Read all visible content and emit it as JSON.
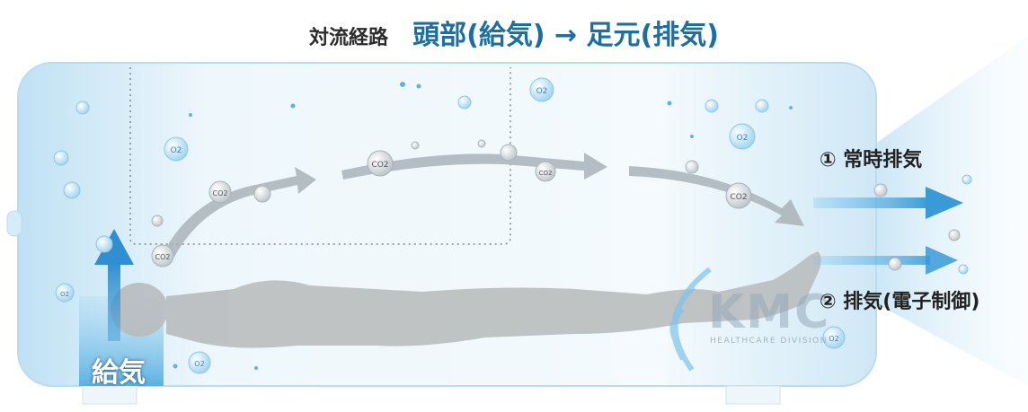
{
  "title": {
    "label": "対流経路",
    "main": "頭部(給気) → 足元(排気)"
  },
  "labels": {
    "exhaust_constant": "① 常時排気",
    "exhaust_controlled": "② 排気(電子制御)",
    "intake": "給気"
  },
  "brand": {
    "name": "KMC",
    "division": "HEALTHCARE DIVISION"
  },
  "gas": {
    "oxygen": "O2",
    "carbon_dioxide": "CO2"
  },
  "colors": {
    "title_blue": "#1e6f9d",
    "chamber_blue": "#cfe8f6",
    "arrow_blue": "#3a9ad6",
    "flow_gray": "#a9b3b9"
  }
}
